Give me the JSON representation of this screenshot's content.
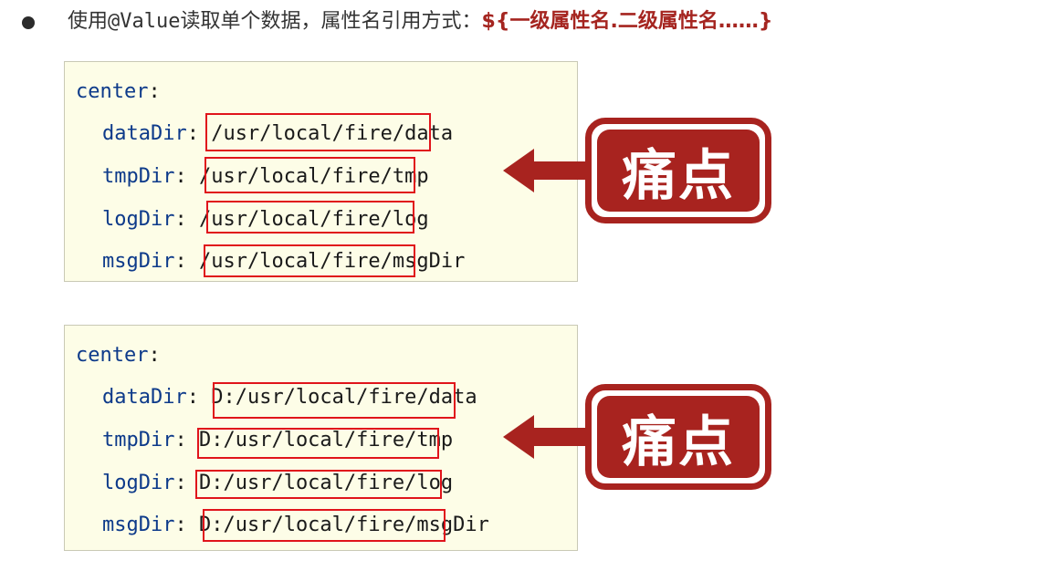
{
  "heading": {
    "prefix": "使用",
    "annotation": "@Value",
    "middle": "读取单个数据，属性名引用方式：",
    "syntax": "${一级属性名.二级属性名……}"
  },
  "blocks": [
    {
      "root": "center",
      "entries": [
        {
          "key": "dataDir",
          "value": " /usr/local/fire/data"
        },
        {
          "key": "tmpDir",
          "value": " /usr/local/fire/tmp"
        },
        {
          "key": "logDir",
          "value": " /usr/local/fire/log"
        },
        {
          "key": "msgDir",
          "value": " /usr/local/fire/msgDir"
        }
      ]
    },
    {
      "root": "center",
      "entries": [
        {
          "key": "dataDir",
          "value": " D:/usr/local/fire/data"
        },
        {
          "key": "tmpDir",
          "value": " D:/usr/local/fire/tmp"
        },
        {
          "key": "logDir",
          "value": " D:/usr/local/fire/log"
        },
        {
          "key": "msgDir",
          "value": " D:/usr/local/fire/msgDir"
        }
      ]
    }
  ],
  "callouts": [
    {
      "label": "痛点"
    },
    {
      "label": "痛点"
    }
  ],
  "colors": {
    "accent": "#a8231f",
    "highlight": "#e0141b",
    "key": "#0d3a8a",
    "code_bg": "#fdfde7"
  }
}
